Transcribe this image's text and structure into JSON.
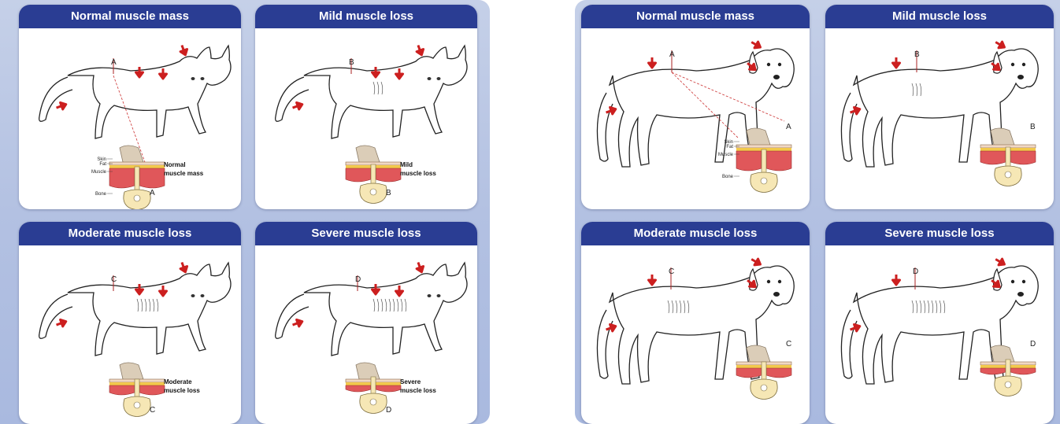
{
  "colors": {
    "header": "#2a3d93",
    "arrow": "#cc1f1f",
    "muscle": "#e0575a",
    "fat": "#f2c94c",
    "bone": "#f6e7b5"
  },
  "cat_panels": [
    {
      "title": "Normal muscle mass",
      "marker": "A",
      "caption_line1": "Normal",
      "caption_line2": "muscle mass",
      "layer_labels": [
        "Skin",
        "Fat",
        "Muscle",
        "Bone"
      ]
    },
    {
      "title": "Mild muscle loss",
      "marker": "B",
      "caption_line1": "Mild",
      "caption_line2": "muscle loss"
    },
    {
      "title": "Moderate muscle loss",
      "marker": "C",
      "caption_line1": "Moderate",
      "caption_line2": "muscle loss"
    },
    {
      "title": "Severe muscle loss",
      "marker": "D",
      "caption_line1": "Severe",
      "caption_line2": "muscle loss"
    }
  ],
  "dog_panels": [
    {
      "title": "Normal muscle mass",
      "marker": "A",
      "layer_labels": [
        "Skin",
        "Fat",
        "Muscle",
        "Bone"
      ]
    },
    {
      "title": "Mild muscle loss",
      "marker": "B"
    },
    {
      "title": "Moderate muscle loss",
      "marker": "C"
    },
    {
      "title": "Severe muscle loss",
      "marker": "D"
    }
  ]
}
